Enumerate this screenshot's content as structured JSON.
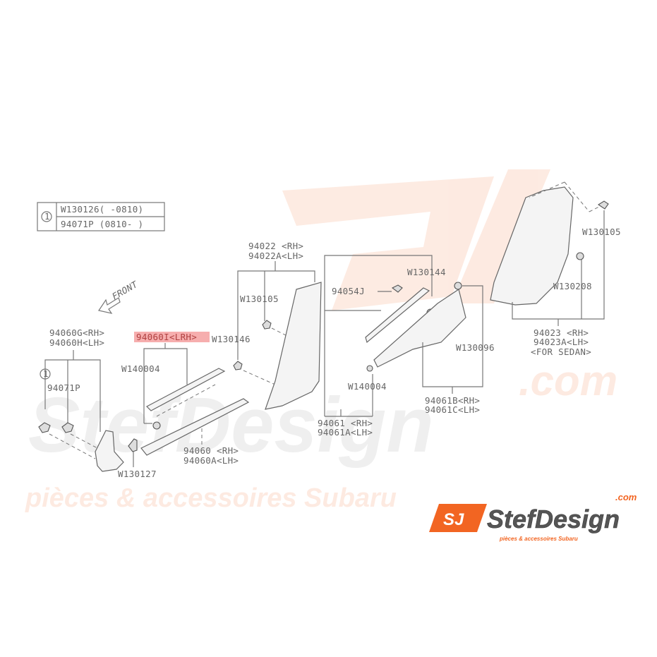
{
  "legend_table": {
    "ref_mark": "1",
    "rows": [
      "W130126(  -0810)",
      "94071P  (0810-  )"
    ]
  },
  "front_label": "FRONT",
  "labels": {
    "p94022": "94022 <RH>",
    "p94022A": "94022A<LH>",
    "w130105_a": "W130105",
    "p94060I": "94060I<LRH>",
    "w130146": "W130146",
    "p94060G": "94060G<RH>",
    "p94060H": "94060H<LH>",
    "w140004_a": "W140004",
    "ref_mark_2": "1",
    "p94071P": "94071P",
    "p94060": "94060  <RH>",
    "p94060A": "94060A<LH>",
    "w130127": "W130127",
    "w130144": "W130144",
    "p94054J": "94054J",
    "w130096": "W130096",
    "w140004_b": "W140004",
    "p94061B": "94061B<RH>",
    "p94061C": "94061C<LH>",
    "p94061": "94061  <RH>",
    "p94061A": "94061A<LH>",
    "w130105_b": "W130105",
    "w130208": "W130208",
    "p94023": "94023  <RH>",
    "p94023A": "94023A<LH>",
    "for_sedan": "<FOR SEDAN>"
  },
  "highlight_color": "#f4a0a0",
  "watermark": {
    "brand": "StefDesign",
    "domain": ".com",
    "tagline": "pièces & accessoires Subaru"
  },
  "logo": {
    "mark": "SJ",
    "brand": "StefDesign",
    "domain": ".com",
    "tagline": "pièces & accessoires Subaru",
    "accent": "#f26522"
  }
}
